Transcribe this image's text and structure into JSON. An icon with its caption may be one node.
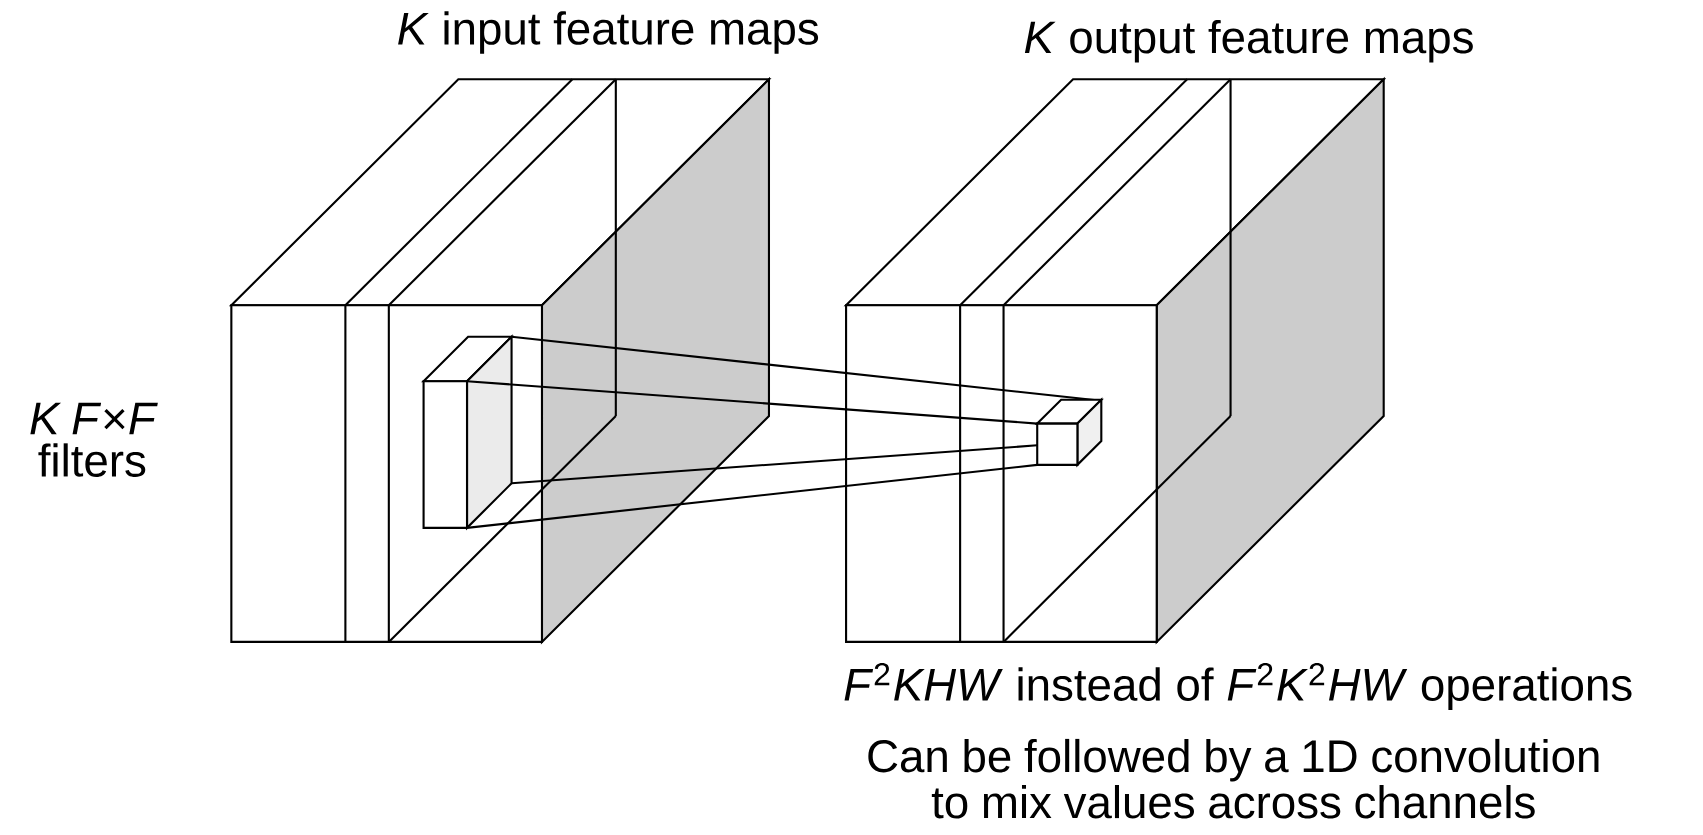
{
  "diagram": {
    "labels": [
      "*K* input feature maps",
      "*K* output feature maps",
      "*K F*×*F* filters",
      "*F*$^{2}$*KHW* instead of *F*$^{2}$*K*$^{2}$*HW* operations",
      "Can be followed by a 1D convolution to mix values across channels"
    ]
  }
}
